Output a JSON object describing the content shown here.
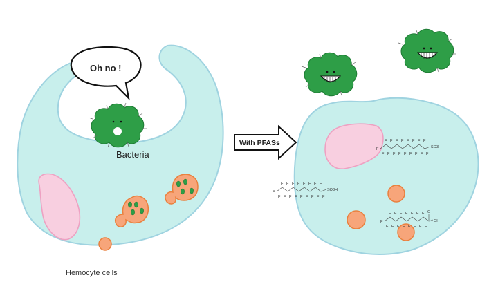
{
  "labels": {
    "speech_bubble": "Oh no !",
    "bacteria": "Bacteria",
    "hemocyte": "Hemocyte cells",
    "arrow": "With PFASs"
  },
  "molecules": {
    "pfos_acid_group": "SO3H",
    "pfoa_acid_group": "OH",
    "pfoa_carbonyl": "O",
    "fluorine": "F"
  },
  "colors": {
    "cell_fill": "#c8efec",
    "cell_stroke": "#9fd3e0",
    "nucleus_fill": "#f8cfe0",
    "nucleus_stroke": "#eea1c2",
    "bacteria_fill": "#2e9e47",
    "bacteria_stroke": "#1d7a33",
    "vesicle_fill": "#f7a57a",
    "vesicle_stroke": "#e9803e",
    "inner_bacteria": "#2e9e47"
  }
}
